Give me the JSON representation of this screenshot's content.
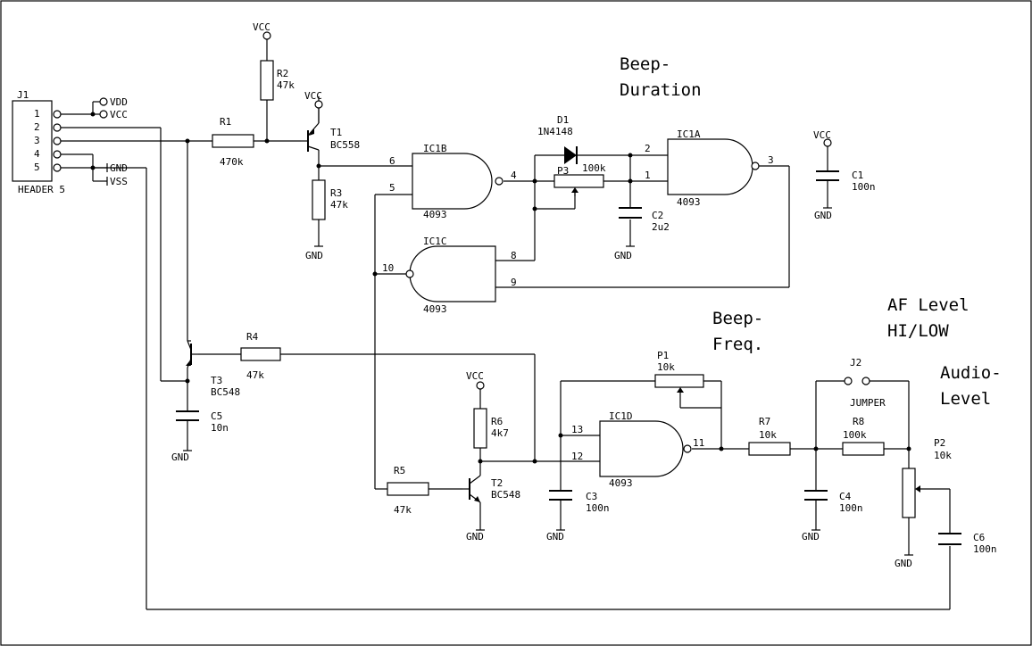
{
  "connector": {
    "ref": "J1",
    "name": "HEADER 5",
    "pins": [
      "1",
      "2",
      "3",
      "4",
      "5"
    ]
  },
  "nets": {
    "vdd": "VDD",
    "vcc": "VCC",
    "gnd": "GND",
    "vss": "VSS"
  },
  "resistors": {
    "r1": {
      "ref": "R1",
      "value": "470k"
    },
    "r2": {
      "ref": "R2",
      "value": "47k"
    },
    "r3": {
      "ref": "R3",
      "value": "47k"
    },
    "r4": {
      "ref": "R4",
      "value": "47k"
    },
    "r5": {
      "ref": "R5",
      "value": "47k"
    },
    "r6": {
      "ref": "R6",
      "value": "4k7"
    },
    "r7": {
      "ref": "R7",
      "value": "10k"
    },
    "r8": {
      "ref": "R8",
      "value": "100k"
    }
  },
  "pots": {
    "p1": {
      "ref": "P1",
      "value": "10k"
    },
    "p2": {
      "ref": "P2",
      "value": "10k"
    },
    "p3": {
      "ref": "P3",
      "value": "100k"
    }
  },
  "capacitors": {
    "c1": {
      "ref": "C1",
      "value": "100n"
    },
    "c2": {
      "ref": "C2",
      "value": "2u2"
    },
    "c3": {
      "ref": "C3",
      "value": "100n"
    },
    "c4": {
      "ref": "C4",
      "value": "100n"
    },
    "c5": {
      "ref": "C5",
      "value": "10n"
    },
    "c6": {
      "ref": "C6",
      "value": "100n"
    }
  },
  "transistors": {
    "t1": {
      "ref": "T1",
      "part": "BC558"
    },
    "t2": {
      "ref": "T2",
      "part": "BC548"
    },
    "t3": {
      "ref": "T3",
      "part": "BC548"
    }
  },
  "diode": {
    "ref": "D1",
    "part": "1N4148"
  },
  "gates": {
    "ic1a": {
      "ref": "IC1A",
      "part": "4093",
      "in1": "2",
      "in2": "1",
      "out": "3"
    },
    "ic1b": {
      "ref": "IC1B",
      "part": "4093",
      "in1": "6",
      "in2": "5",
      "out": "4"
    },
    "ic1c": {
      "ref": "IC1C",
      "part": "4093",
      "in1": "8",
      "in2": "9",
      "out": "10"
    },
    "ic1d": {
      "ref": "IC1D",
      "part": "4093",
      "in1": "13",
      "in2": "12",
      "out": "11"
    }
  },
  "jumper": {
    "ref": "J2",
    "name": "JUMPER"
  },
  "notes": {
    "beep_duration": [
      "Beep-",
      "Duration"
    ],
    "beep_freq": [
      "Beep-",
      "Freq."
    ],
    "af_level": [
      "AF Level",
      "HI/LOW"
    ],
    "audio_level": [
      "Audio-",
      "Level"
    ]
  }
}
